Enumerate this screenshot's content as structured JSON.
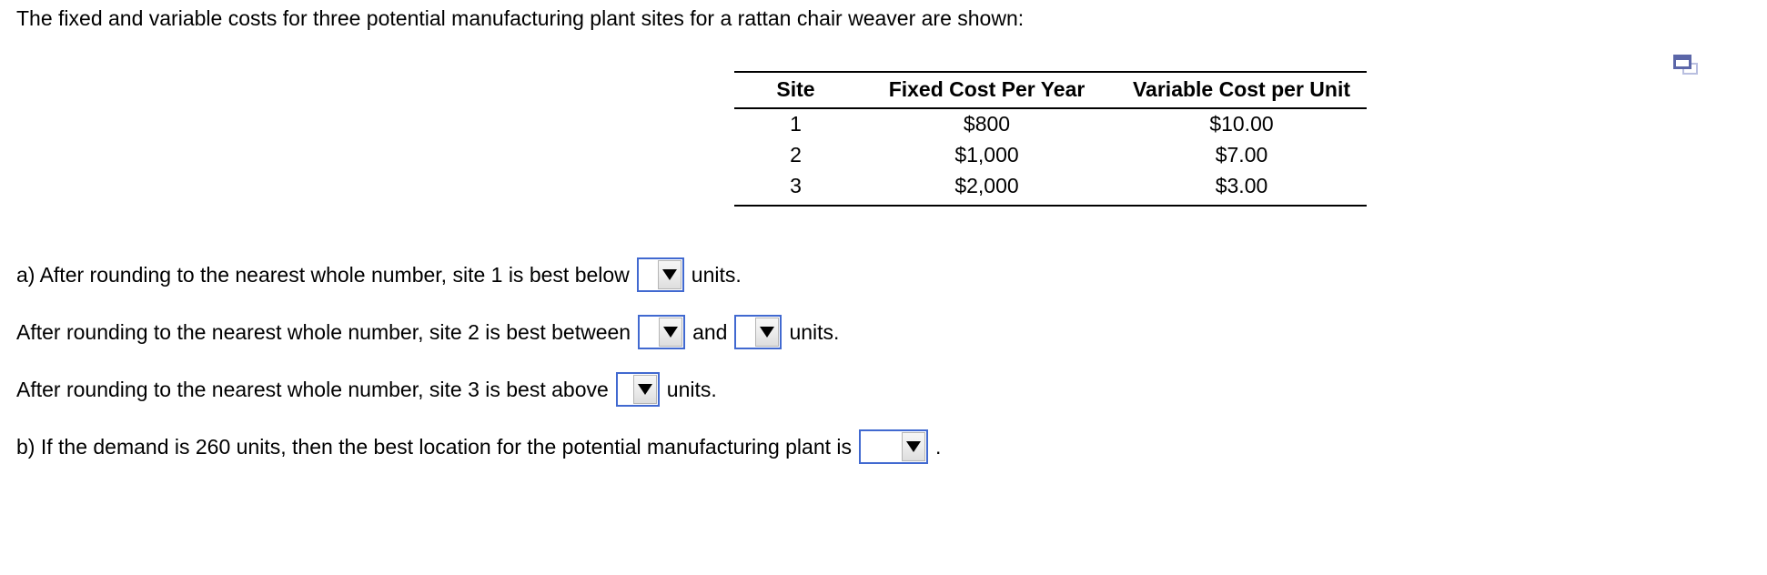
{
  "prompt": "The fixed and variable costs for three potential manufacturing plant sites for a rattan chair weaver are shown:",
  "icons": {
    "copy": "copy-windows-icon"
  },
  "colors": {
    "dropdown_border": "#4169d0",
    "icon_blue": "#5b66a8",
    "icon_blue_light": "#b9bfe0",
    "text": "#000000",
    "background": "#ffffff"
  },
  "table": {
    "headers": [
      "Site",
      "Fixed Cost Per Year",
      "Variable Cost per Unit"
    ],
    "rows": [
      [
        "1",
        "$800",
        "$10.00"
      ],
      [
        "2",
        "$1,000",
        "$7.00"
      ],
      [
        "3",
        "$2,000",
        "$3.00"
      ]
    ]
  },
  "questions": {
    "a": {
      "line1": {
        "prefix": "a) After rounding to the nearest whole number, site 1 is best below",
        "suffix": "units.",
        "dropdown_value": ""
      },
      "line2": {
        "prefix": "After rounding to the nearest whole number, site 2 is best between",
        "middle": "and",
        "suffix": "units.",
        "dropdown_value_1": "",
        "dropdown_value_2": ""
      },
      "line3": {
        "prefix": "After rounding to the nearest whole number, site 3 is best above",
        "suffix": "units.",
        "dropdown_value": ""
      }
    },
    "b": {
      "prefix": "b) If the demand is 260 units, then the best location for the potential manufacturing plant is",
      "suffix": ".",
      "dropdown_value": ""
    }
  }
}
